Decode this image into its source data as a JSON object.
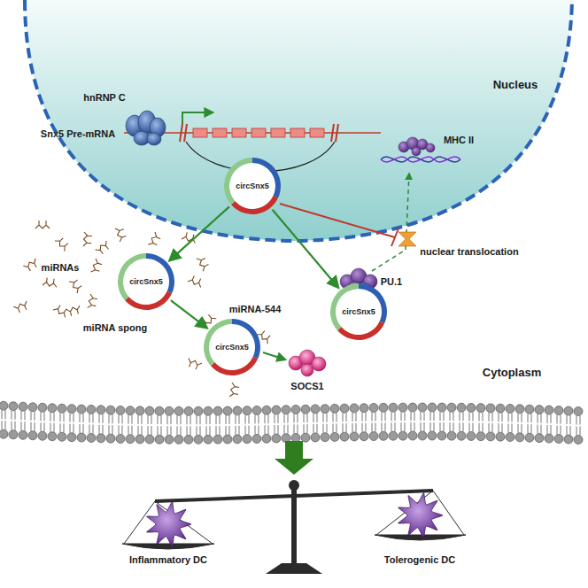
{
  "diagram": {
    "nodes": [
      {
        "text": [
          "circSnx5"
        ]
      },
      {
        "text": [
          "circSnx5"
        ]
      },
      {
        "text": [
          "circSnx5"
        ]
      },
      {
        "text": [
          "circSnx5"
        ]
      }
    ],
    "edges": [
      {
        "from": 0,
        "to": 1,
        "arrow": "to"
      },
      {
        "from": 1,
        "to": 2,
        "arrow": "to"
      },
      {
        "from": 0,
        "to": 3,
        "arrow": "to"
      }
    ],
    "labels": [
      "hnRNP C",
      "Snx5 Pre-mRNA",
      "Nucleus",
      "MHC II",
      "nuclear translocation",
      "PU.1",
      "miRNAs",
      "miRNA spong",
      "miRNA-544",
      "SOCS1",
      "Cytoplasm",
      "Inflammatory DC",
      "Tolerogenic DC"
    ]
  }
}
